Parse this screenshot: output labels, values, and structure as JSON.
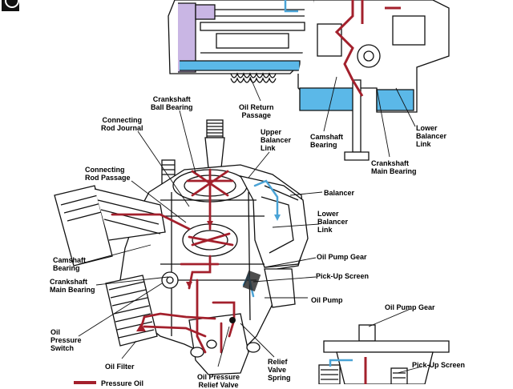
{
  "labels": {
    "crankshaft_ball_bearing": "Crankshaft\nBall Bearing",
    "oil_return_passage": "Oil Return\nPassage",
    "connecting_rod_journal": "Connecting\nRod Journal",
    "upper_balancer_link": "Upper\nBalancer\nLink",
    "camshaft_bearing_top": "Camshaft\nBearing",
    "crankshaft_main_bearing_top": "Crankshaft\nMain Bearing",
    "lower_balancer_link_top": "Lower\nBalancer\nLink",
    "connecting_rod_passage": "Connecting\nRod Passage",
    "balancer": "Balancer",
    "lower_balancer_link": "Lower\nBalancer\nLink",
    "camshaft_bearing": "Camshaft\nBearing",
    "oil_pump_gear": "Oil Pump Gear",
    "crankshaft_main_bearing": "Crankshaft\nMain Bearing",
    "pick_up_screen": "Pick-Up Screen",
    "oil_pump": "Oil Pump",
    "oil_pressure_switch": "Oil\nPressure\nSwitch",
    "oil_pump_gear_detail": "Oil Pump Gear",
    "oil_filter": "Oil Filter",
    "pick_up_screen_detail": "Pick-Up Screen",
    "relief_valve_spring": "Relief\nValve\nSpring",
    "oil_pressure_relief_valve": "Oil Pressure\nRelief Valve",
    "legend_pressure_oil": "Pressure Oil"
  },
  "colors": {
    "pressure_oil": "#a3202c",
    "oil_return": "#4aa3d6",
    "oil_pool": "#5bb8e8",
    "housing_fill": "#c9b6e4",
    "line": "#111111"
  }
}
